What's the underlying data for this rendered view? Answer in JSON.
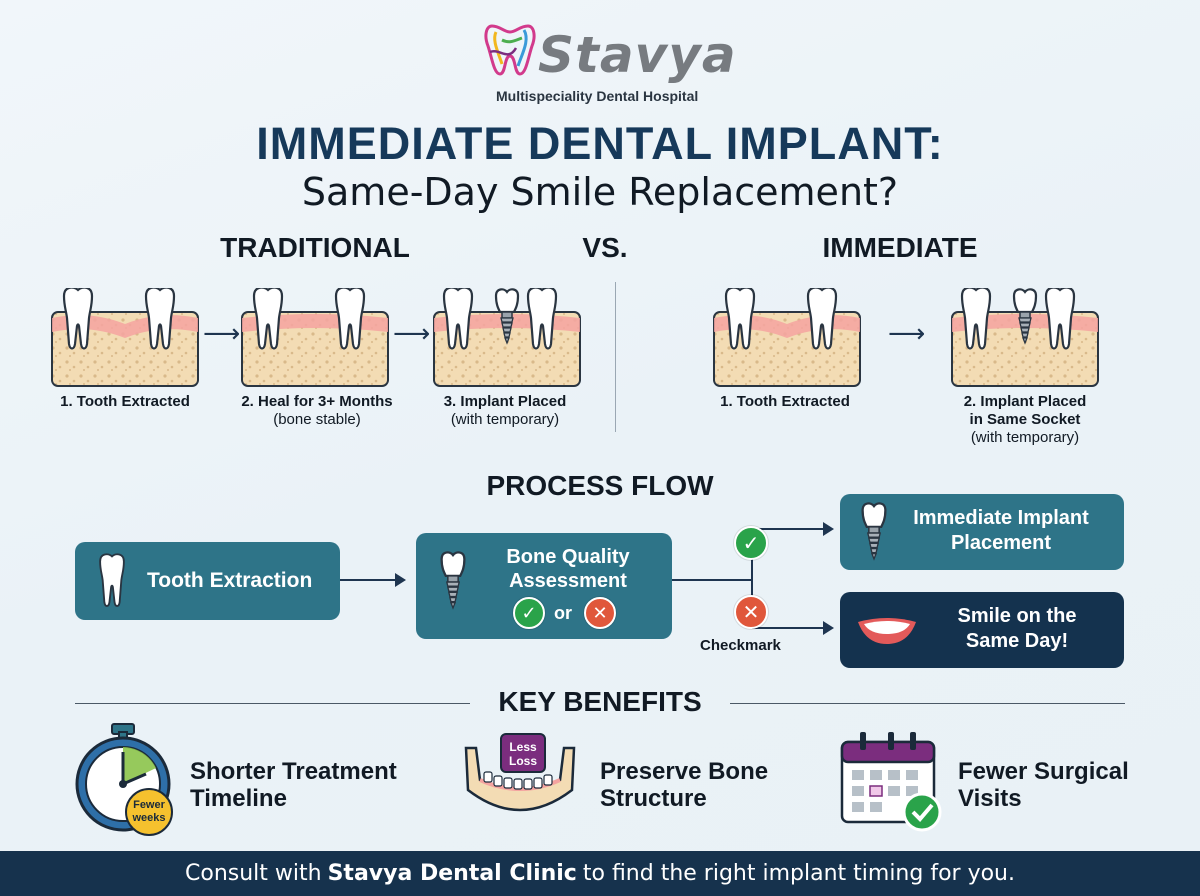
{
  "brand": {
    "name": "Stavya",
    "tagline": "Multispeciality Dental Hospital"
  },
  "title": "IMMEDIATE DENTAL IMPLANT:",
  "subtitle": "Same-Day Smile Replacement?",
  "comparison": {
    "traditional_heading": "TRADITIONAL",
    "vs_label": "VS.",
    "immediate_heading": "IMMEDIATE",
    "traditional_steps": [
      {
        "label": "1. Tooth Extracted",
        "note": ""
      },
      {
        "label": "2. Heal for 3+ Months",
        "note": "(bone stable)"
      },
      {
        "label": "3. Implant Placed",
        "note": "(with temporary)"
      }
    ],
    "immediate_steps": [
      {
        "label": "1. Tooth Extracted",
        "note": ""
      },
      {
        "label": "2. Implant Placed",
        "label2": "in Same Socket",
        "note": "(with temporary)"
      }
    ]
  },
  "process_flow": {
    "heading": "PROCESS FLOW",
    "extraction": "Tooth Extraction",
    "assessment_line1": "Bone Quality",
    "assessment_line2": "Assessment",
    "or_label": "or",
    "branch_label": "Checkmark",
    "outcome_placement_line1": "Immediate Implant",
    "outcome_placement_line2": "Placement",
    "outcome_smile_line1": "Smile on the",
    "outcome_smile_line2": "Same Day!"
  },
  "benefits": {
    "heading": "KEY BENEFITS",
    "items": [
      {
        "line1": "Shorter Treatment",
        "line2": "Timeline",
        "badge1": "Fewer",
        "badge2": "weeks"
      },
      {
        "line1": "Preserve Bone",
        "line2": "Structure",
        "badge1": "Less",
        "badge2": "Loss"
      },
      {
        "line1": "Fewer Surgical",
        "line2": "Visits"
      }
    ]
  },
  "footer": {
    "prefix": "Consult with",
    "clinic": "Stavya Dental Clinic",
    "suffix": "to find the right implant timing for you."
  },
  "colors": {
    "navy": "#14324e",
    "teal": "#2e7488",
    "check_green": "#2aa34a",
    "cross_red": "#e0573b",
    "purple": "#7b2d7e"
  }
}
